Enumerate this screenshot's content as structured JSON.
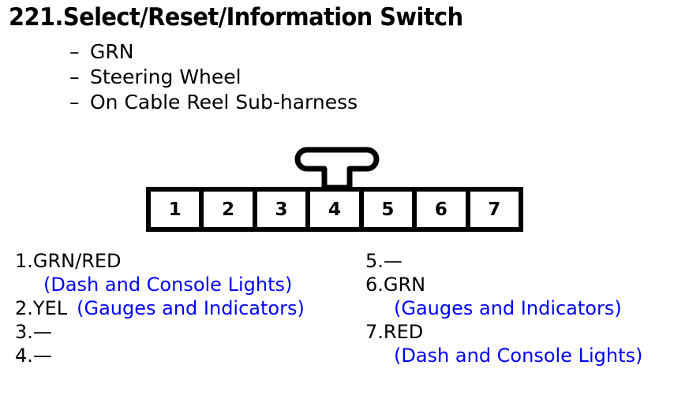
{
  "title": "221.Select/Reset/Information Switch",
  "bullets": {
    "dash": "–",
    "items": [
      "GRN",
      "Steering Wheel",
      "On Cable Reel Sub-harness"
    ]
  },
  "connector": {
    "pin_count": 7,
    "pins": [
      "1",
      "2",
      "3",
      "4",
      "5",
      "6",
      "7"
    ],
    "latch_over_pin": "4"
  },
  "pin_list": {
    "left": [
      {
        "number": "1.",
        "wire": "GRN/RED",
        "circuit": "(Dash and Console Lights)",
        "layout": "wrapped"
      },
      {
        "number": "2.",
        "wire": "YEL",
        "circuit": "(Gauges and Indicators)",
        "layout": "inline"
      },
      {
        "number": "3.",
        "wire": "—",
        "circuit": "",
        "layout": "none"
      },
      {
        "number": "4.",
        "wire": "—",
        "circuit": "",
        "layout": "none"
      }
    ],
    "right": [
      {
        "number": "5.",
        "wire": "—",
        "circuit": "",
        "layout": "none"
      },
      {
        "number": "6.",
        "wire": "GRN",
        "circuit": "(Gauges and Indicators)",
        "layout": "wrapped"
      },
      {
        "number": "7.",
        "wire": "RED",
        "circuit": "(Dash and Console Lights)",
        "layout": "wrapped"
      }
    ]
  },
  "colors": {
    "wire_text": "#000000",
    "circuit_text": "#0000ff",
    "connector_outline": "#000000",
    "background": "#ffffff"
  }
}
